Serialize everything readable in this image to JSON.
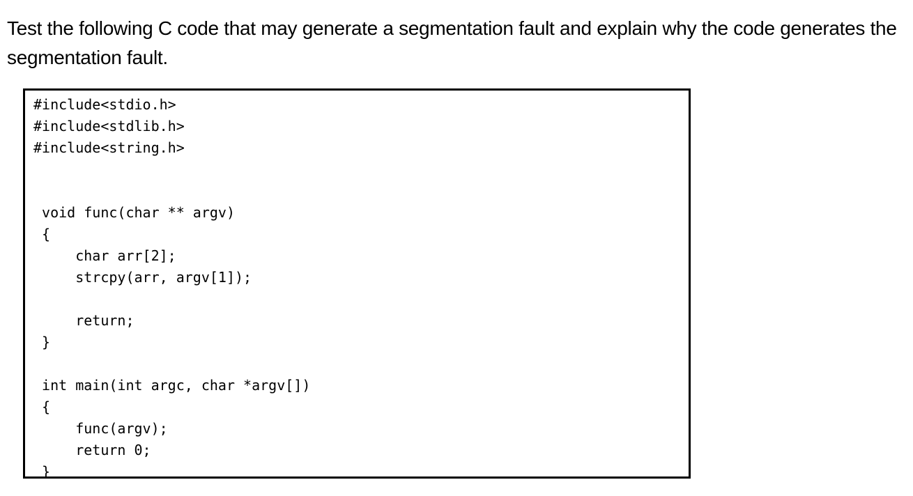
{
  "page": {
    "background_color": "#ffffff",
    "text_color": "#000000"
  },
  "prompt": {
    "text": "Test the following C code that may generate a segmentation fault and explain why the code generates the segmentation fault."
  },
  "code_block": {
    "border_color": "#000000",
    "language": "c",
    "lines": [
      "#include<stdio.h>",
      "#include<stdlib.h>",
      "#include<string.h>",
      "",
      "",
      " void func(char ** argv)",
      " {",
      "     char arr[2];",
      "     strcpy(arr, argv[1]);",
      "",
      "     return;",
      " }",
      "",
      " int main(int argc, char *argv[])",
      " {",
      "     func(argv);",
      "     return 0;",
      " }"
    ]
  }
}
